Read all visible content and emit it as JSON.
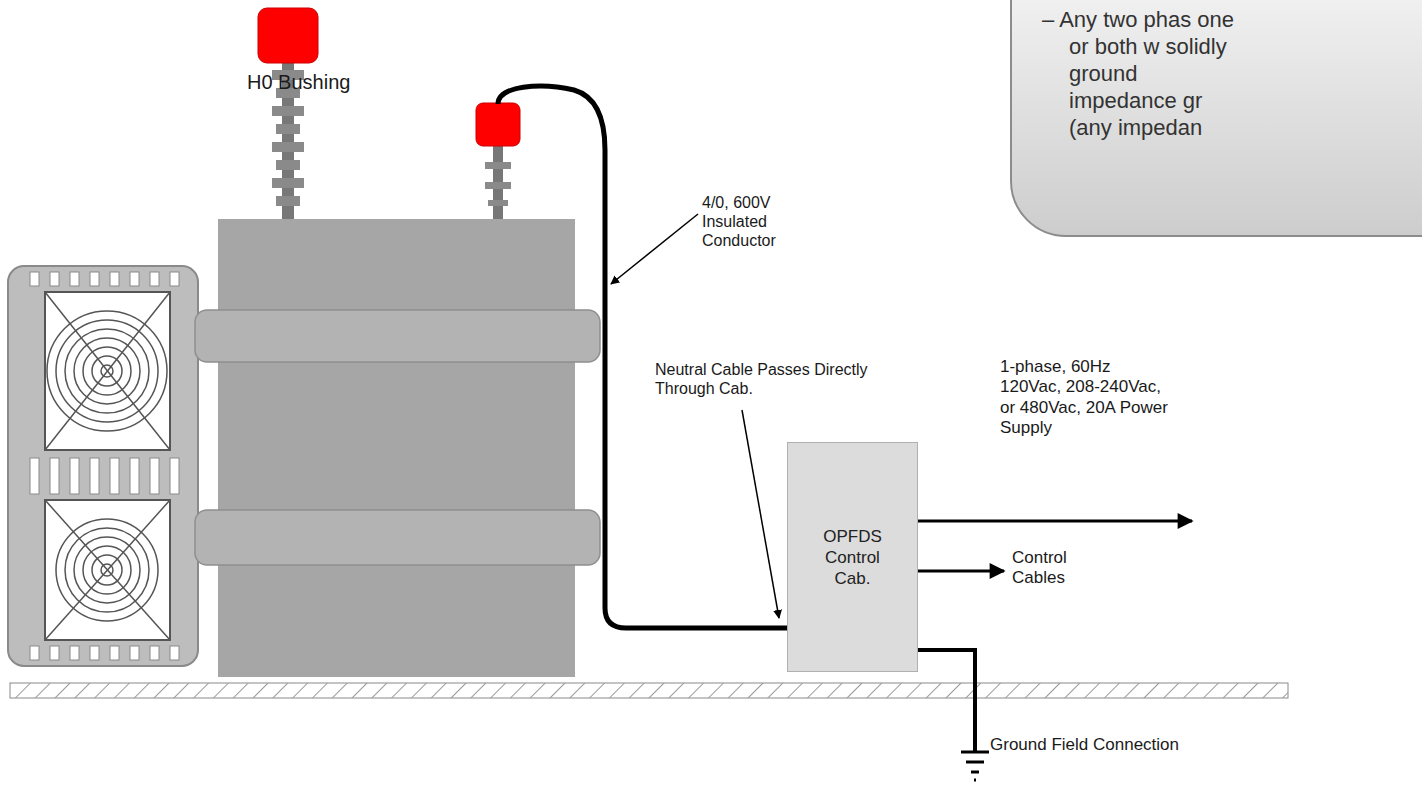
{
  "diagram": {
    "nodes": [
      {
        "text": [
          "– Any two phas one or both w solidly ground impedance gr (any impedan"
        ]
      },
      {
        "text": [
          "OPFDS Control Cab."
        ]
      }
    ],
    "labels": [
      "H0 Bushing",
      "4/0, 600V Insulated Conductor",
      "Neutral Cable Passes Directly Through Cab.",
      "1-phase, 60Hz 120Vac, 208-240Vac, or 480Vac, 20A Power Supply",
      "Control Cables",
      "Ground Field Connection"
    ]
  }
}
